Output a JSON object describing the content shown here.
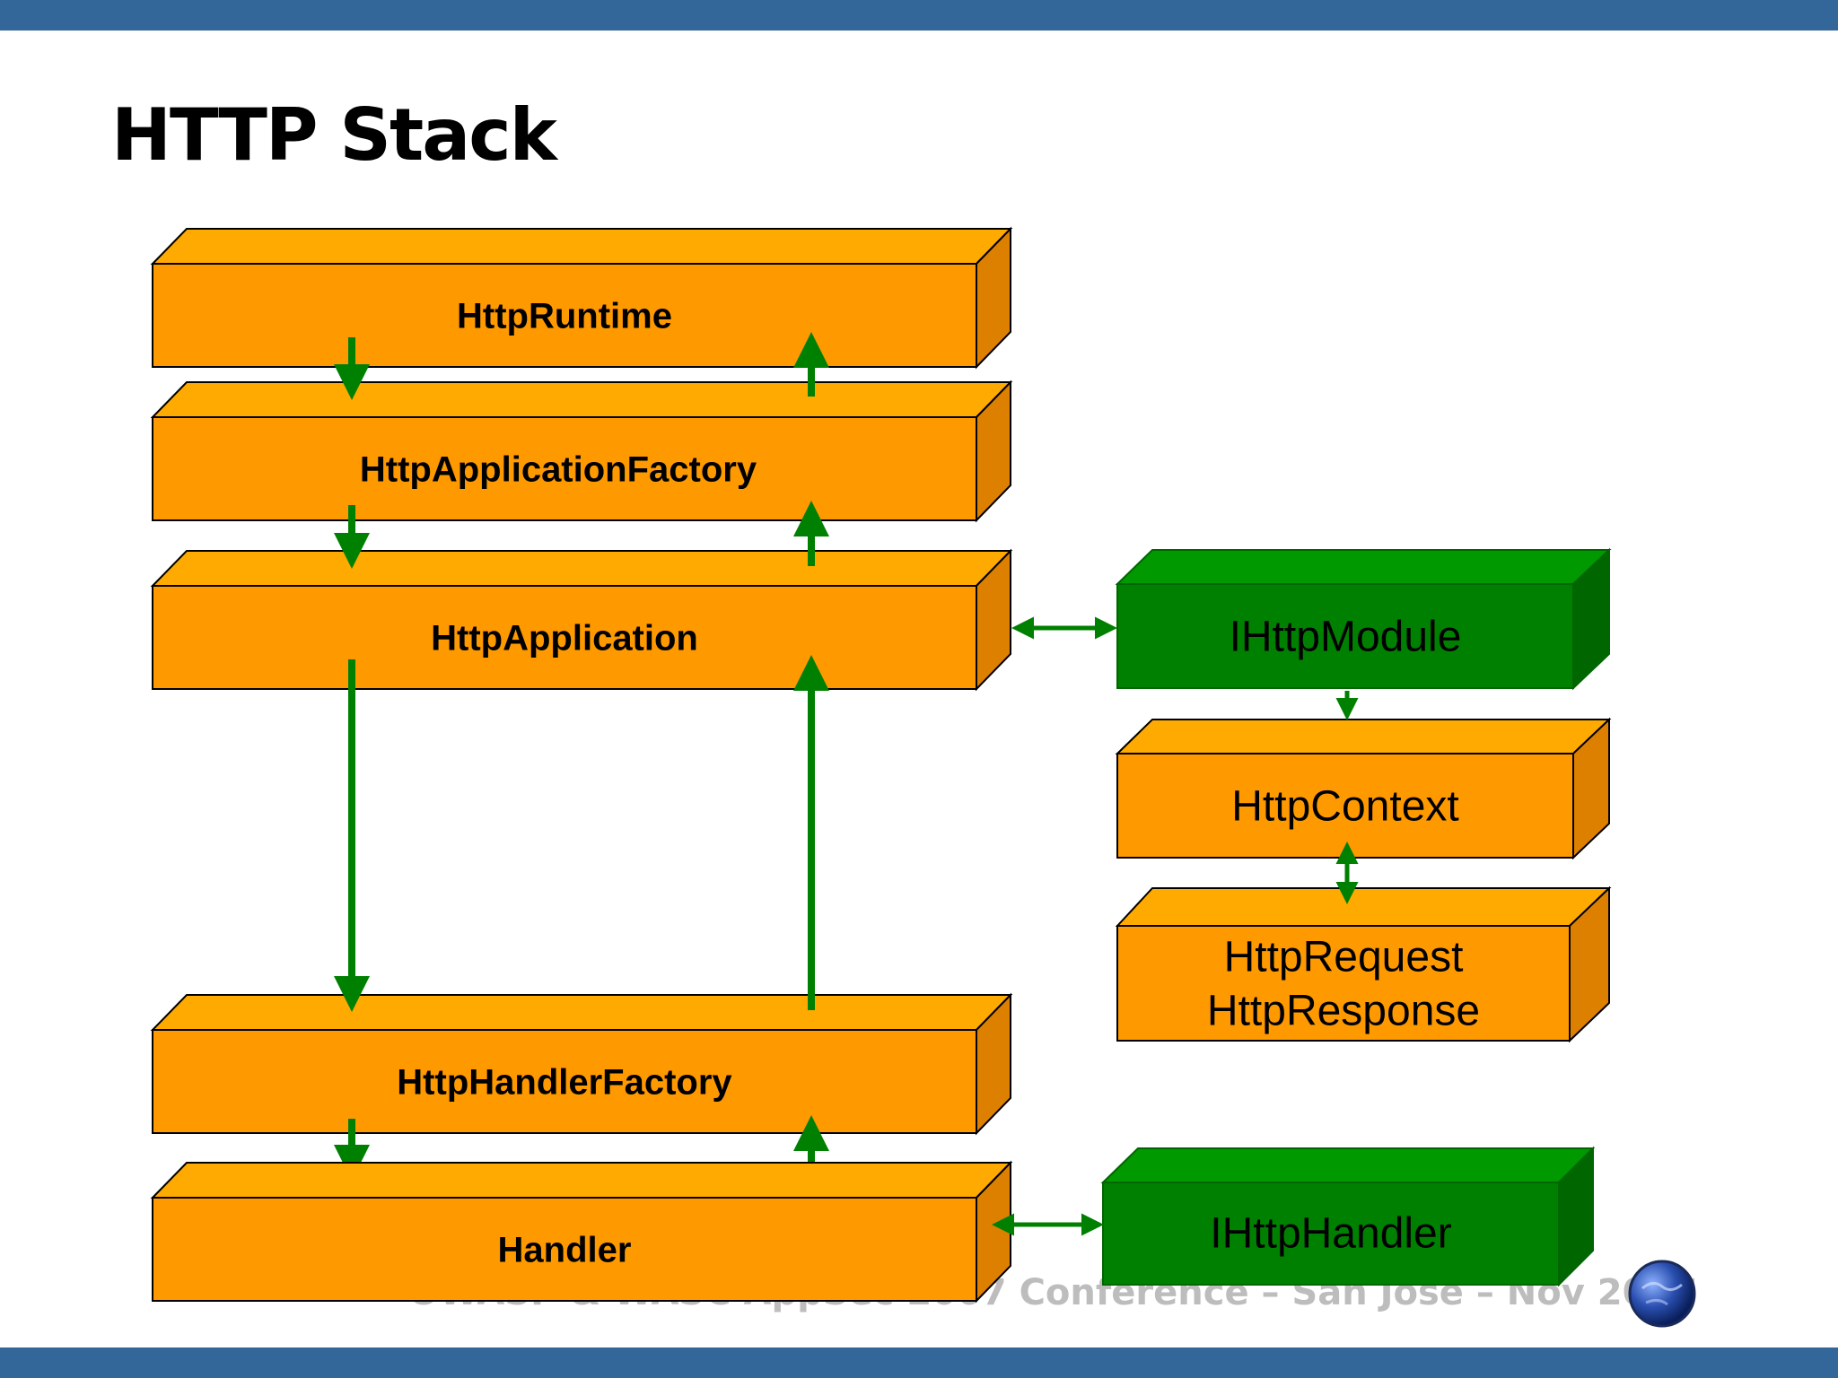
{
  "slide": {
    "title": "HTTP Stack",
    "footer": "OWASP & WASC AppSec 2007 Conference – San Jose – Nov 2007"
  },
  "colors": {
    "orange_front": "#FF9900",
    "orange_top": "#FFAA00",
    "orange_side": "#DD8000",
    "green_front": "#008000",
    "green_top": "#009900",
    "green_side": "#006600",
    "arrow": "#008000",
    "bar": "#336699"
  },
  "boxes": {
    "http_runtime": "HttpRuntime",
    "http_application_factory": "HttpApplicationFactory",
    "http_application": "HttpApplication",
    "http_handler_factory": "HttpHandlerFactory",
    "handler": "Handler",
    "ihttp_module": "IHttpModule",
    "http_context": "HttpContext",
    "http_request": "HttpRequest",
    "http_response": "HttpResponse",
    "ihttp_handler": "IHttpHandler"
  },
  "icons": {
    "logo": "globe-icon"
  }
}
